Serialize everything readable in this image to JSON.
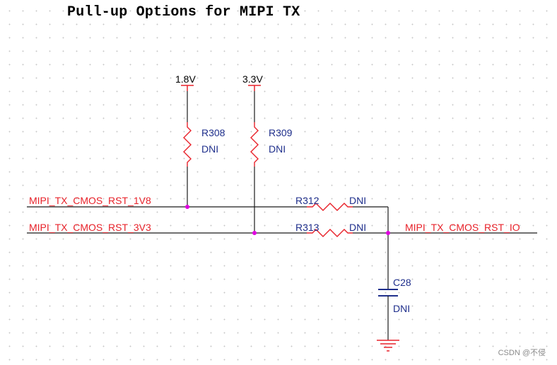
{
  "title": "Pull-up Options for MIPI TX",
  "power": {
    "p1": "1.8V",
    "p2": "3.3V"
  },
  "components": {
    "r308": {
      "ref": "R308",
      "value": "DNI"
    },
    "r309": {
      "ref": "R309",
      "value": "DNI"
    },
    "r312": {
      "ref": "R312",
      "value": "DNI"
    },
    "r313": {
      "ref": "R313",
      "value": "DNI"
    },
    "c28": {
      "ref": "C28",
      "value": "DNI"
    }
  },
  "nets": {
    "net1": "MIPI_TX_CMOS_RST_1V8",
    "net2": "MIPI_TX_CMOS_RST_3V3",
    "net3": "MIPI_TX_CMOS_RST_IO"
  },
  "watermark": "CSDN @不侵",
  "colors": {
    "wire": "#1a1a1a",
    "resistor": "#e8222a",
    "junction": "#e000e0",
    "net_label": "#e8222a",
    "ref_label": "#1f2f8c",
    "capacitor": "#1f2f8c"
  }
}
